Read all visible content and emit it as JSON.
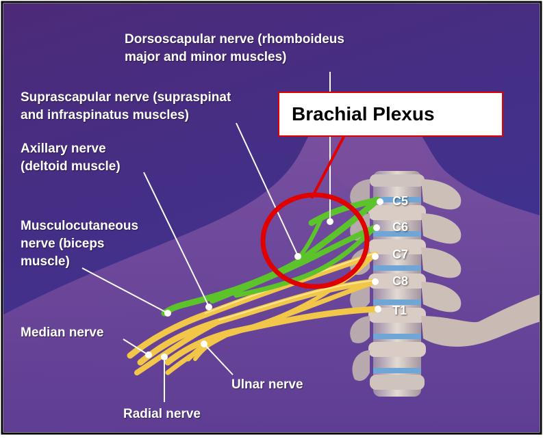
{
  "title": "Brachial Plexus",
  "labels": {
    "dorsoscapular": [
      "Dorsoscapular nerve (rhomboideus",
      "major and minor muscles)"
    ],
    "suprascapular": [
      "Suprascapular nerve (supraspinat",
      "and infraspinatus muscles)"
    ],
    "axillary": [
      "Axillary nerve",
      "(deltoid muscle)"
    ],
    "musculocutaneous": [
      "Musculocutaneous",
      "nerve (biceps",
      "muscle)"
    ],
    "median": "Median nerve",
    "ulnar": "Ulnar nerve",
    "radial": "Radial nerve"
  },
  "vertebrae": [
    "C5",
    "C6",
    "C7",
    "C8",
    "T1"
  ],
  "colors": {
    "background_top": "#4a2a7a",
    "background_bottom": "#3a2c8c",
    "green_nerve": "#5cc42a",
    "yellow_nerve": "#f2c648",
    "highlight": "#e00000",
    "border": "#000000"
  }
}
